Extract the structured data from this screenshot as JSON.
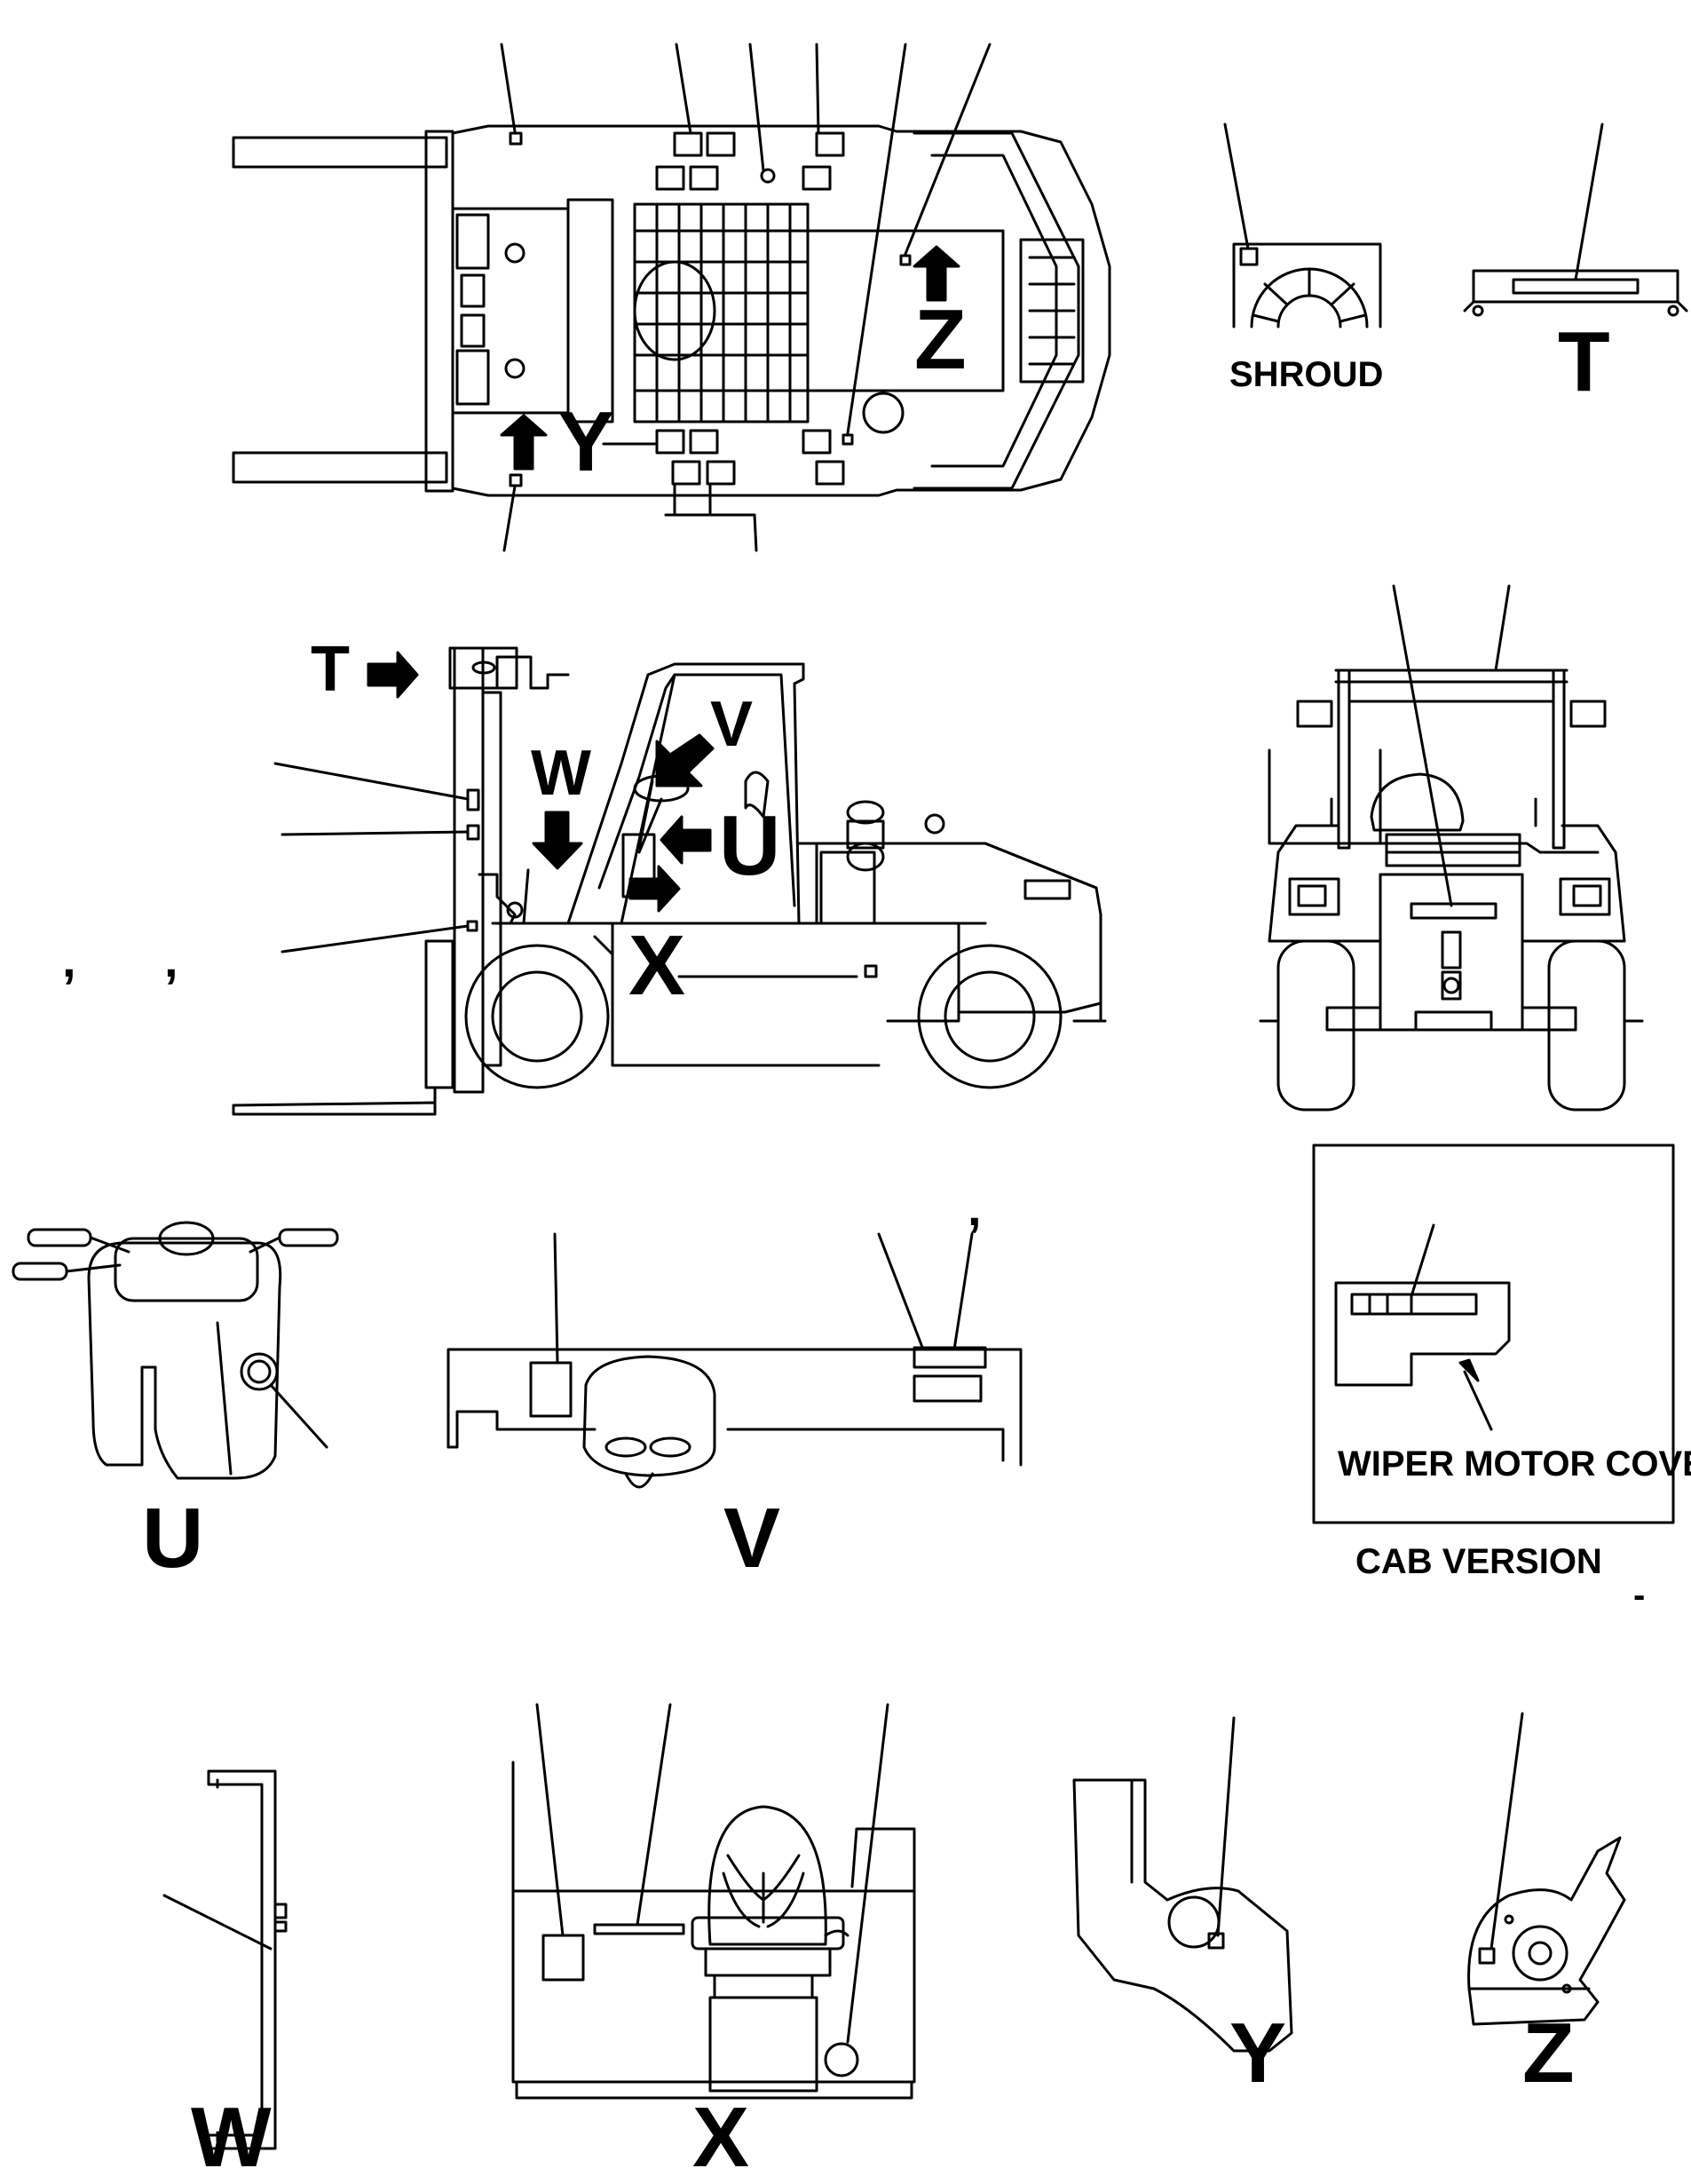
{
  "view_labels": {
    "top_y": "Y",
    "top_z": "Z",
    "top_t": "T",
    "side_t": "T",
    "side_v": "V",
    "side_w": "W",
    "side_u": "U",
    "side_x": "X",
    "detail_u": "U",
    "detail_v": "V",
    "detail_w": "W",
    "detail_x": "X",
    "detail_y": "Y",
    "detail_z": "Z"
  },
  "captions": {
    "shroud": "SHROUD",
    "wiper_motor_cover": "WIPER MOTOR COVER",
    "cab_version": "CAB VERSION"
  },
  "marks": {
    "tick_a": ",",
    "tick_b": ",",
    "tick_c": ",",
    "dash": "-"
  },
  "colors": {
    "ink": "#000000",
    "paper": "#ffffff"
  }
}
